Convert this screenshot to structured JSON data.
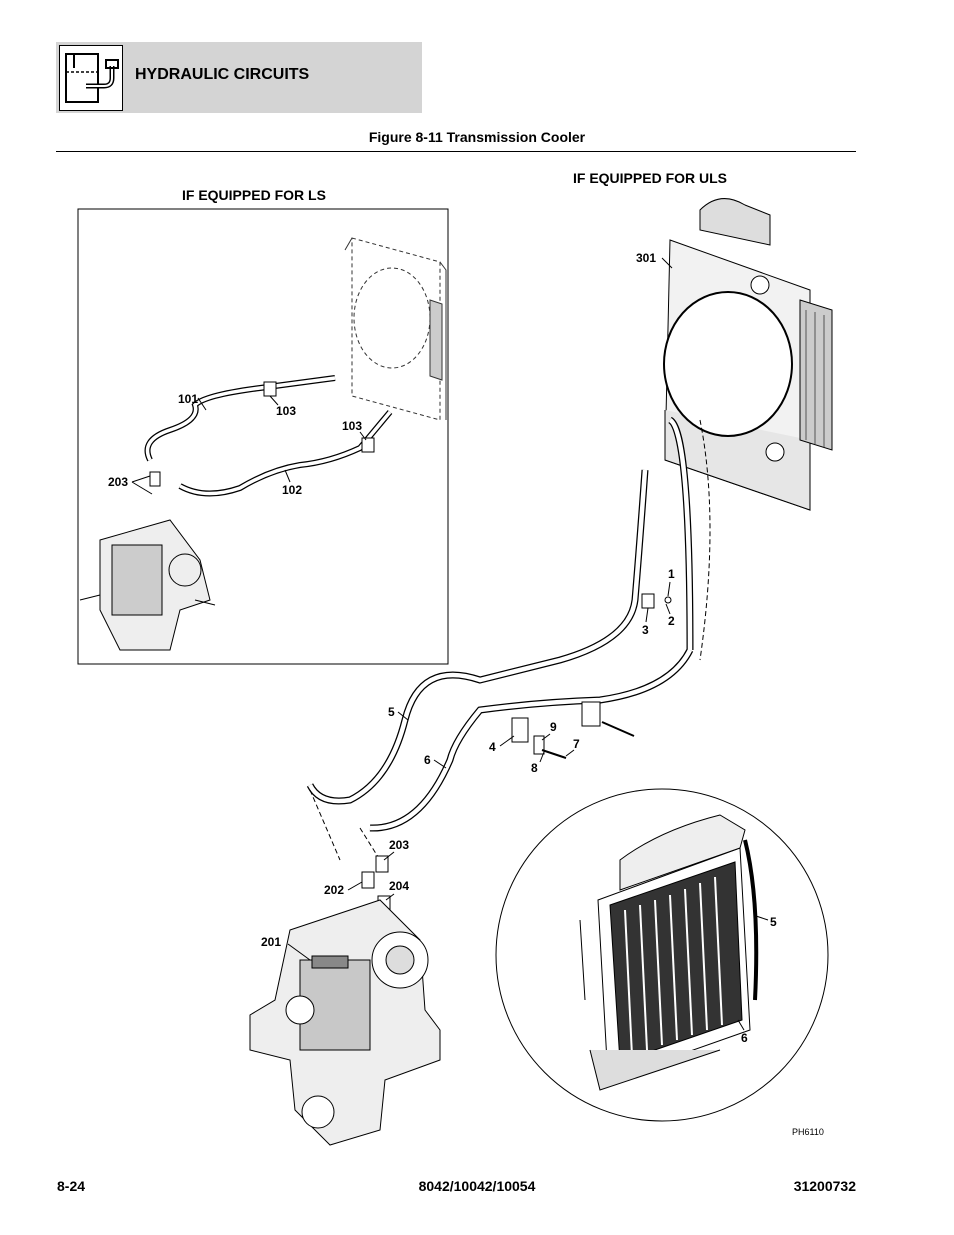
{
  "header": {
    "section_title": "HYDRAULIC CIRCUITS",
    "icon": "hydraulic-reservoir-icon"
  },
  "figure": {
    "title": "Figure 8-11 Transmission Cooler",
    "panel_ls_heading": "IF EQUIPPED FOR LS",
    "panel_uls_heading": "IF EQUIPPED FOR ULS",
    "image_tag": "PH6110",
    "callouts": {
      "c101": "101",
      "c103a": "103",
      "c103b": "103",
      "c102": "102",
      "c203a": "203",
      "c301": "301",
      "c1": "1",
      "c2": "2",
      "c3": "3",
      "c5": "5",
      "c6": "6",
      "c4": "4",
      "c9": "9",
      "c7": "7",
      "c8": "8",
      "c203b": "203",
      "c202": "202",
      "c204": "204",
      "c201": "201",
      "c5b": "5",
      "c6b": "6"
    }
  },
  "footer": {
    "page_number": "8-24",
    "models": "8042/10042/10054",
    "doc_number": "31200732"
  }
}
